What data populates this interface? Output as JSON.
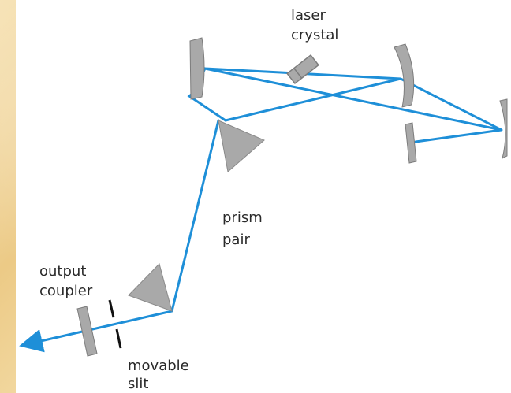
{
  "labels": {
    "laser_line1": "laser",
    "laser_line2": "crystal",
    "prism_line1": "prism",
    "prism_line2": "pair",
    "output_line1": "output",
    "output_line2": "coupler",
    "slit_line1": "movable",
    "slit_line2": "slit"
  },
  "colors": {
    "beam": "#1e8fd8",
    "optic": "#a9a9a9",
    "optic_stroke": "#7c7c7c",
    "slit": "#111111",
    "text": "#2a2a2a",
    "background_border": "#f2d9a4",
    "panel": "#ffffff"
  }
}
